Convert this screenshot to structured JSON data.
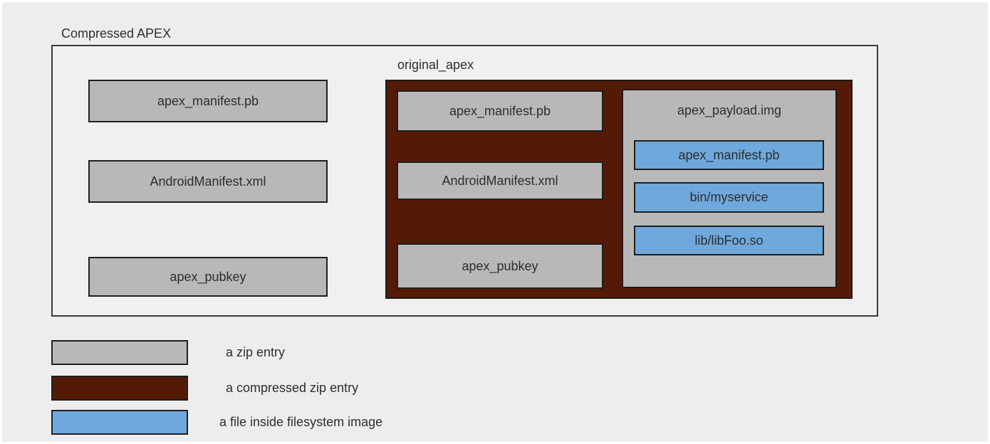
{
  "title": "Compressed APEX",
  "outer_entries": [
    "apex_manifest.pb",
    "AndroidManifest.xml",
    "apex_pubkey"
  ],
  "original_apex": {
    "title": "original_apex",
    "entries": [
      "apex_manifest.pb",
      "AndroidManifest.xml",
      "apex_pubkey"
    ],
    "payload": {
      "title": "apex_payload.img",
      "files": [
        "apex_manifest.pb",
        "bin/myservice",
        "lib/libFoo.so"
      ]
    }
  },
  "legend": {
    "zip": "a zip entry",
    "compressed": "a compressed zip entry",
    "file": "a file inside filesystem image"
  },
  "colors": {
    "background": "#ededed",
    "zip_entry_fill": "#b8b8b8",
    "compressed_zip_entry_fill": "#541a06",
    "filesystem_file_fill": "#6fa8dc",
    "box_border": "#1f1f1f",
    "text": "#2e2e2e"
  }
}
